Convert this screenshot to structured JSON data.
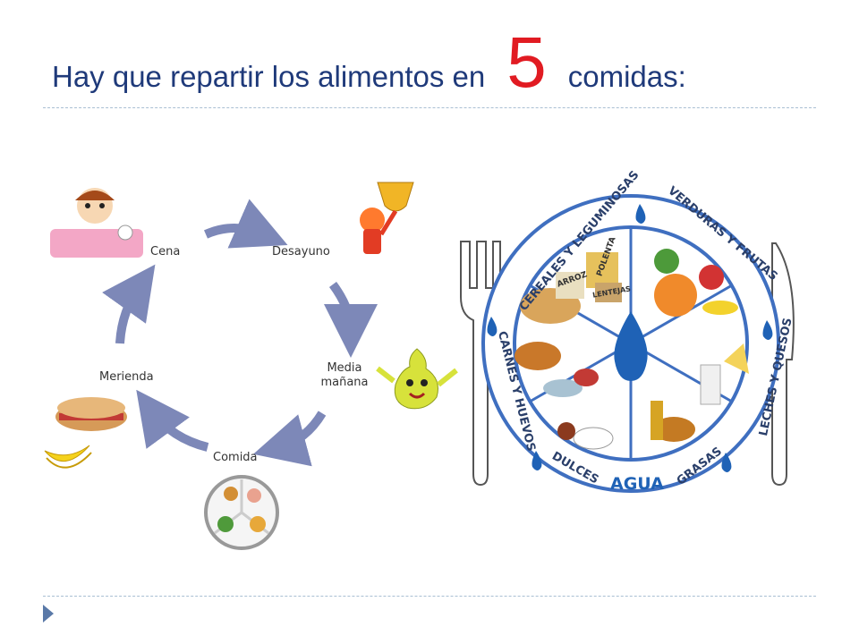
{
  "title": {
    "prefix": "Hay que repartir los alimentos en",
    "number": "5",
    "suffix": "comidas:"
  },
  "cycle": {
    "meals": [
      "Cena",
      "Desayuno",
      "Media mañana",
      "Comida",
      "Merienda"
    ]
  },
  "plate": {
    "sections": [
      "CEREALES Y LEGUMINOSAS",
      "VERDURAS Y FRUTAS",
      "LECHES Y QUESOS",
      "GRASAS",
      "DULCES",
      "CARNES Y HUEVOS"
    ],
    "center": "AGUA",
    "food_labels": [
      "POLENTA",
      "ARROZ",
      "LENTEJAS"
    ]
  },
  "colors": {
    "title": "#1f3a7a",
    "accent": "#e11b22",
    "arrow": "#7d88b8",
    "plate_ring": "#3f6fc0",
    "water": "#1f62b6"
  }
}
